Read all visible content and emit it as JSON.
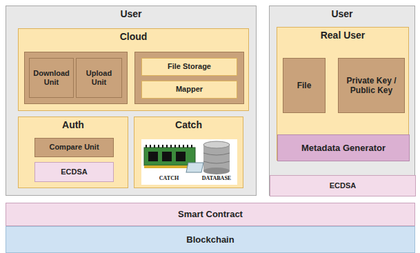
{
  "diagram": {
    "nodes": [
      {
        "text": [
          "User"
        ]
      },
      {
        "text": [
          "Cloud"
        ],
        "in": 0
      },
      {
        "text": [
          "Download Unit"
        ],
        "in": 1
      },
      {
        "text": [
          "Upload Unit"
        ],
        "in": 1
      },
      {
        "text": [
          "File Storage"
        ],
        "in": 1
      },
      {
        "text": [
          "Mapper"
        ],
        "in": 1
      },
      {
        "text": [
          "Auth"
        ],
        "in": 0
      },
      {
        "text": [
          "Compare Unit"
        ],
        "in": 6
      },
      {
        "text": [
          "ECDSA"
        ],
        "in": 6
      },
      {
        "text": [
          "Catch"
        ],
        "in": 0
      },
      {
        "text": [
          "User"
        ]
      },
      {
        "text": [
          "Real User"
        ],
        "in": 10
      },
      {
        "text": [
          "File"
        ],
        "in": 11
      },
      {
        "text": [
          "Private Key / Public Key"
        ],
        "in": 11
      },
      {
        "text": [
          "Metadata Generator"
        ],
        "in": 11
      },
      {
        "text": [
          "ECDSA"
        ],
        "in": 10
      },
      {
        "text": [
          "Smart Contract"
        ]
      },
      {
        "text": [
          "Blockchain"
        ]
      }
    ],
    "labels": [
      "CATCH",
      "DATABASE"
    ]
  }
}
